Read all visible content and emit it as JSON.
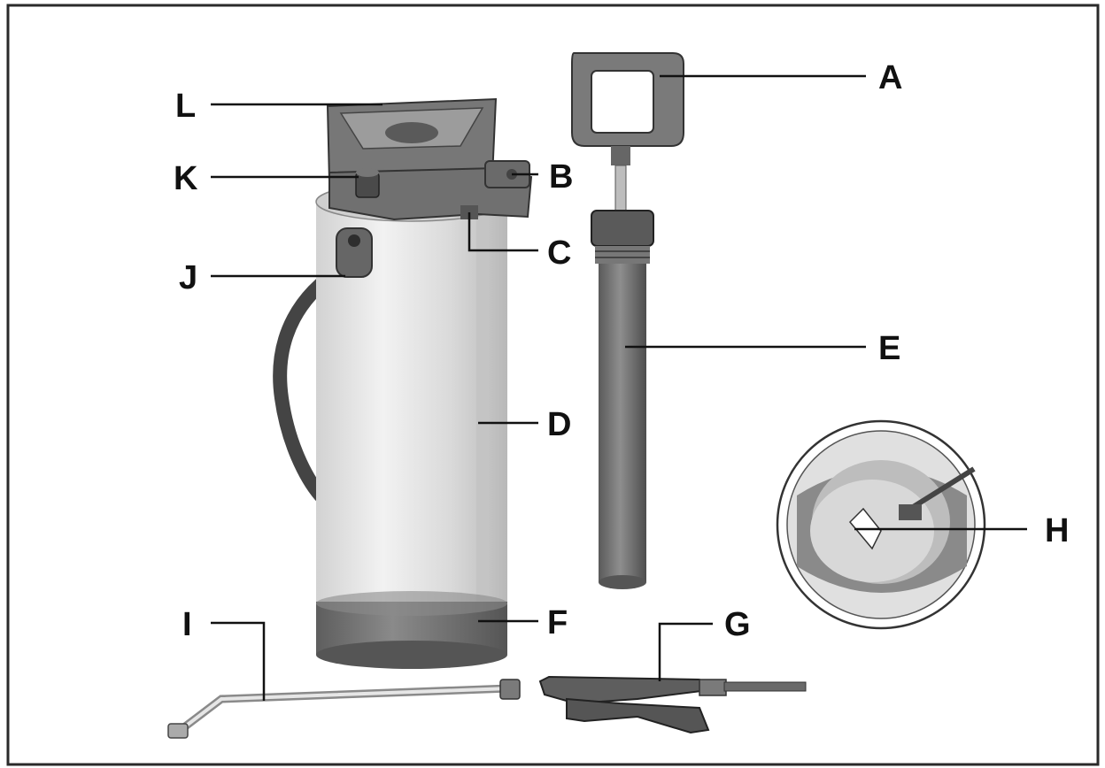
{
  "labels": {
    "A": "A",
    "B": "B",
    "C": "C",
    "D": "D",
    "E": "E",
    "F": "F",
    "G": "G",
    "H": "H",
    "I": "I",
    "J": "J",
    "K": "K",
    "L": "L"
  }
}
